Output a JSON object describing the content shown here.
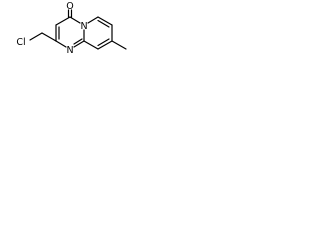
{
  "molecule": {
    "atoms": {
      "oxygen": "O",
      "chlorine": "Cl",
      "nitrogen_ring": "N",
      "nitrogen_bridge": "N"
    }
  },
  "colors": {
    "ink": "#000000",
    "background": "#ffffff"
  }
}
